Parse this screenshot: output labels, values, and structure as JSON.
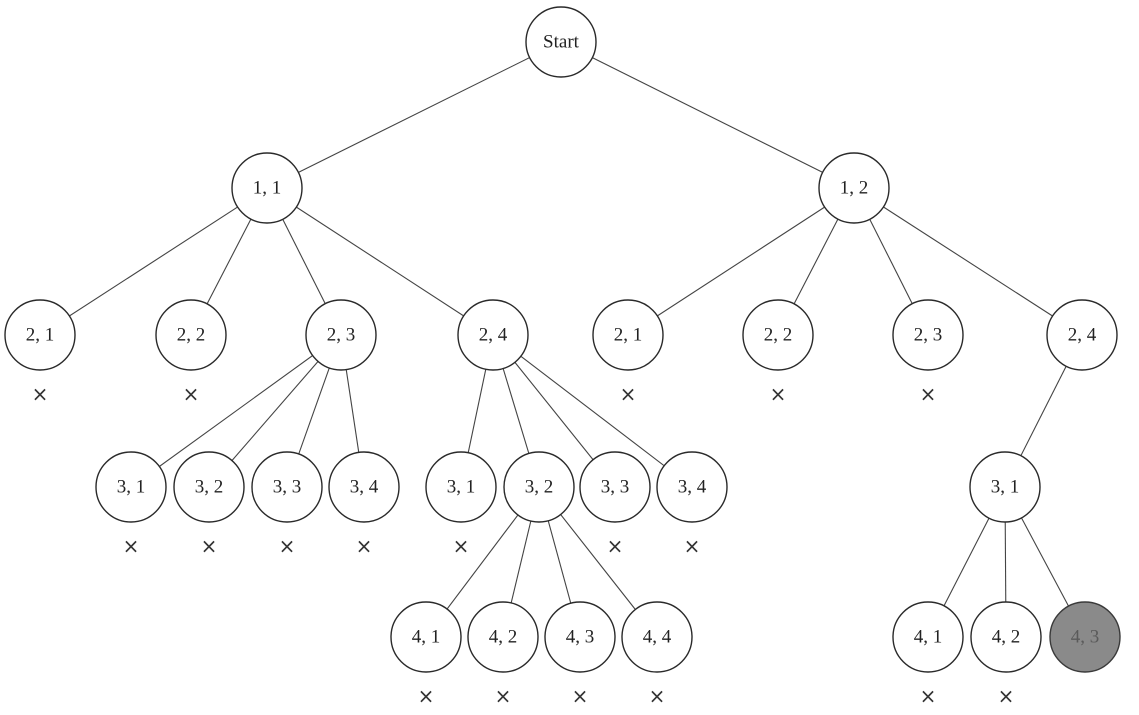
{
  "tree": {
    "nodes": [
      {
        "id": "start",
        "label": "Start",
        "parent": null,
        "pruned": false,
        "solution": false
      },
      {
        "id": "a11",
        "label": "1, 1",
        "parent": "start",
        "pruned": false,
        "solution": false
      },
      {
        "id": "a12",
        "label": "1, 2",
        "parent": "start",
        "pruned": false,
        "solution": false
      },
      {
        "id": "b21",
        "label": "2, 1",
        "parent": "a11",
        "pruned": true,
        "solution": false
      },
      {
        "id": "b22",
        "label": "2, 2",
        "parent": "a11",
        "pruned": true,
        "solution": false
      },
      {
        "id": "b23",
        "label": "2, 3",
        "parent": "a11",
        "pruned": false,
        "solution": false
      },
      {
        "id": "b24",
        "label": "2, 4",
        "parent": "a11",
        "pruned": false,
        "solution": false
      },
      {
        "id": "c21",
        "label": "2, 1",
        "parent": "a12",
        "pruned": true,
        "solution": false
      },
      {
        "id": "c22",
        "label": "2, 2",
        "parent": "a12",
        "pruned": true,
        "solution": false
      },
      {
        "id": "c23",
        "label": "2, 3",
        "parent": "a12",
        "pruned": true,
        "solution": false
      },
      {
        "id": "c24",
        "label": "2, 4",
        "parent": "a12",
        "pruned": false,
        "solution": false
      },
      {
        "id": "d31",
        "label": "3, 1",
        "parent": "b23",
        "pruned": true,
        "solution": false
      },
      {
        "id": "d32",
        "label": "3, 2",
        "parent": "b23",
        "pruned": true,
        "solution": false
      },
      {
        "id": "d33",
        "label": "3, 3",
        "parent": "b23",
        "pruned": true,
        "solution": false
      },
      {
        "id": "d34",
        "label": "3, 4",
        "parent": "b23",
        "pruned": true,
        "solution": false
      },
      {
        "id": "e31",
        "label": "3, 1",
        "parent": "b24",
        "pruned": true,
        "solution": false
      },
      {
        "id": "e32",
        "label": "3, 2",
        "parent": "b24",
        "pruned": false,
        "solution": false
      },
      {
        "id": "e33",
        "label": "3, 3",
        "parent": "b24",
        "pruned": true,
        "solution": false
      },
      {
        "id": "e34",
        "label": "3, 4",
        "parent": "b24",
        "pruned": true,
        "solution": false
      },
      {
        "id": "f31",
        "label": "3, 1",
        "parent": "c24",
        "pruned": false,
        "solution": false
      },
      {
        "id": "g41",
        "label": "4, 1",
        "parent": "e32",
        "pruned": true,
        "solution": false
      },
      {
        "id": "g42",
        "label": "4, 2",
        "parent": "e32",
        "pruned": true,
        "solution": false
      },
      {
        "id": "g43",
        "label": "4, 3",
        "parent": "e32",
        "pruned": true,
        "solution": false
      },
      {
        "id": "g44",
        "label": "4, 4",
        "parent": "e32",
        "pruned": true,
        "solution": false
      },
      {
        "id": "h41",
        "label": "4, 1",
        "parent": "f31",
        "pruned": true,
        "solution": false
      },
      {
        "id": "h42",
        "label": "4, 2",
        "parent": "f31",
        "pruned": true,
        "solution": false
      },
      {
        "id": "h43",
        "label": "4, 3",
        "parent": "f31",
        "pruned": false,
        "solution": true
      }
    ],
    "pruned_symbol": "×",
    "colors": {
      "solution_fill": "#8a8a8a",
      "node_fill": "#ffffff",
      "stroke": "#2a2a2a"
    }
  }
}
